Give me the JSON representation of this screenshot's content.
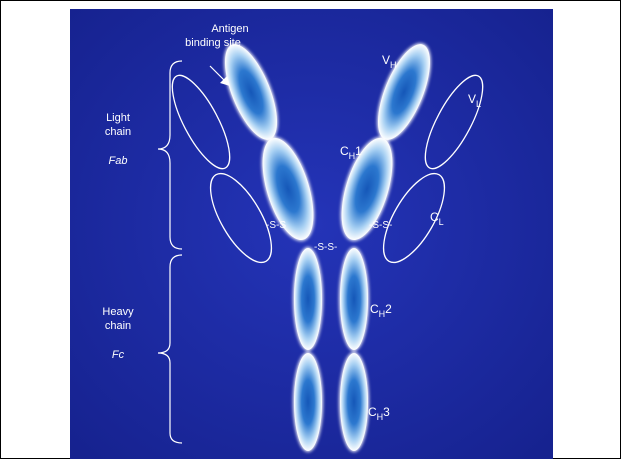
{
  "colors": {
    "background": "#1f2fae",
    "background_edge": "#16228f",
    "domain_core": "#1557b8",
    "domain_glow": "#ffffff",
    "outline": "#ffffff",
    "label": "#ffffff",
    "frame": "#000000"
  },
  "labels": {
    "antigen_line1": "Antigen",
    "antigen_line2": "binding site",
    "light_chain_line1": "Light",
    "light_chain_line2": "chain",
    "fab": "Fab",
    "heavy_chain_line1": "Heavy",
    "heavy_chain_line2": "chain",
    "fc": "Fc",
    "vh_main": "V",
    "vh_sub": "H",
    "vl_main": "V",
    "vl_sub": "L",
    "ch1_main": "C",
    "ch1_sub": "H",
    "ch1_suffix": "1",
    "cl_main": "C",
    "cl_sub": "L",
    "ch2_main": "C",
    "ch2_sub": "H",
    "ch2_suffix": "2",
    "ch3_main": "C",
    "ch3_sub": "H",
    "ch3_suffix": "3",
    "ss_left": "-S-S",
    "ss_center": "-S-S-",
    "ss_right": "-S-S-"
  },
  "icons": [
    "arrow-icon",
    "brace-icon"
  ]
}
